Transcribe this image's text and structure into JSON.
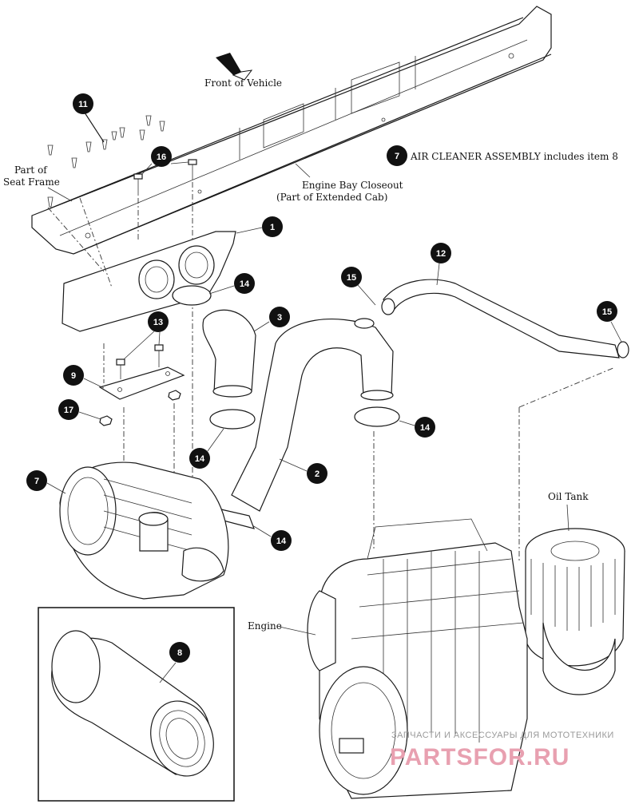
{
  "labels": {
    "front_of_vehicle": "Front of Vehicle",
    "part_of_seat_frame_1": "Part of",
    "part_of_seat_frame_2": "Seat Frame",
    "engine_bay_closeout_1": "Engine Bay Closeout",
    "engine_bay_closeout_2": "(Part of Extended Cab)",
    "air_cleaner_note": "AIR CLEANER ASSEMBLY includes item 8",
    "oil_tank": "Oil Tank",
    "engine": "Engine"
  },
  "callouts": {
    "c1": "1",
    "c2": "2",
    "c3": "3",
    "c7": "7",
    "c7note": "7",
    "c8": "8",
    "c9": "9",
    "c11": "11",
    "c12": "12",
    "c13": "13",
    "c14a": "14",
    "c14b": "14",
    "c14c": "14",
    "c14d": "14",
    "c15a": "15",
    "c15b": "15",
    "c16": "16",
    "c17": "17"
  },
  "watermark": {
    "top": "ЗАПЧАСТИ И АКСЕССУАРЫ ДЛЯ МОТОТЕХНИКИ",
    "brand": "PARTSFOR.RU"
  }
}
